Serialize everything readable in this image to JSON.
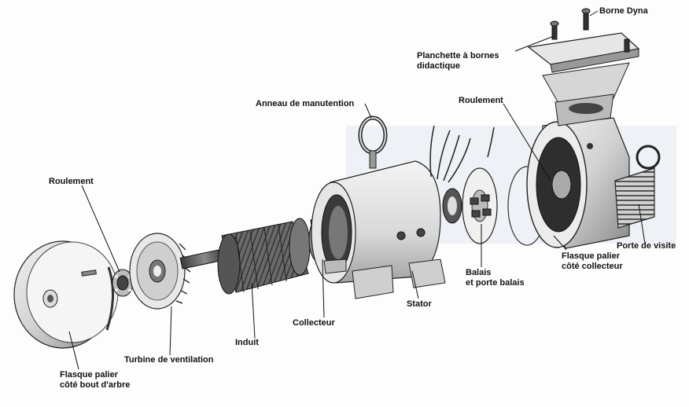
{
  "labels": {
    "borne_dyna": "Borne Dyna",
    "planchette_line1": "Planchette à bornes",
    "planchette_line2": "didactique",
    "anneau": "Anneau de manutention",
    "roulement_right": "Roulement",
    "roulement_left": "Roulement",
    "porte_visite": "Porte de visite",
    "flasque_coll_line1": "Flasque palier",
    "flasque_coll_line2": "côté collecteur",
    "balais_line1": "Balais",
    "balais_line2": "et porte balais",
    "stator": "Stator",
    "collecteur": "Collecteur",
    "induit": "Induit",
    "turbine": "Turbine de ventilation",
    "flasque_arbre_line1": "Flasque palier",
    "flasque_arbre_line2": "côté bout d'arbre"
  },
  "colors": {
    "ink": "#111111",
    "metal_light": "#e4e4e4",
    "metal_mid": "#b9b9b9",
    "metal_dark": "#5a5a5a"
  }
}
